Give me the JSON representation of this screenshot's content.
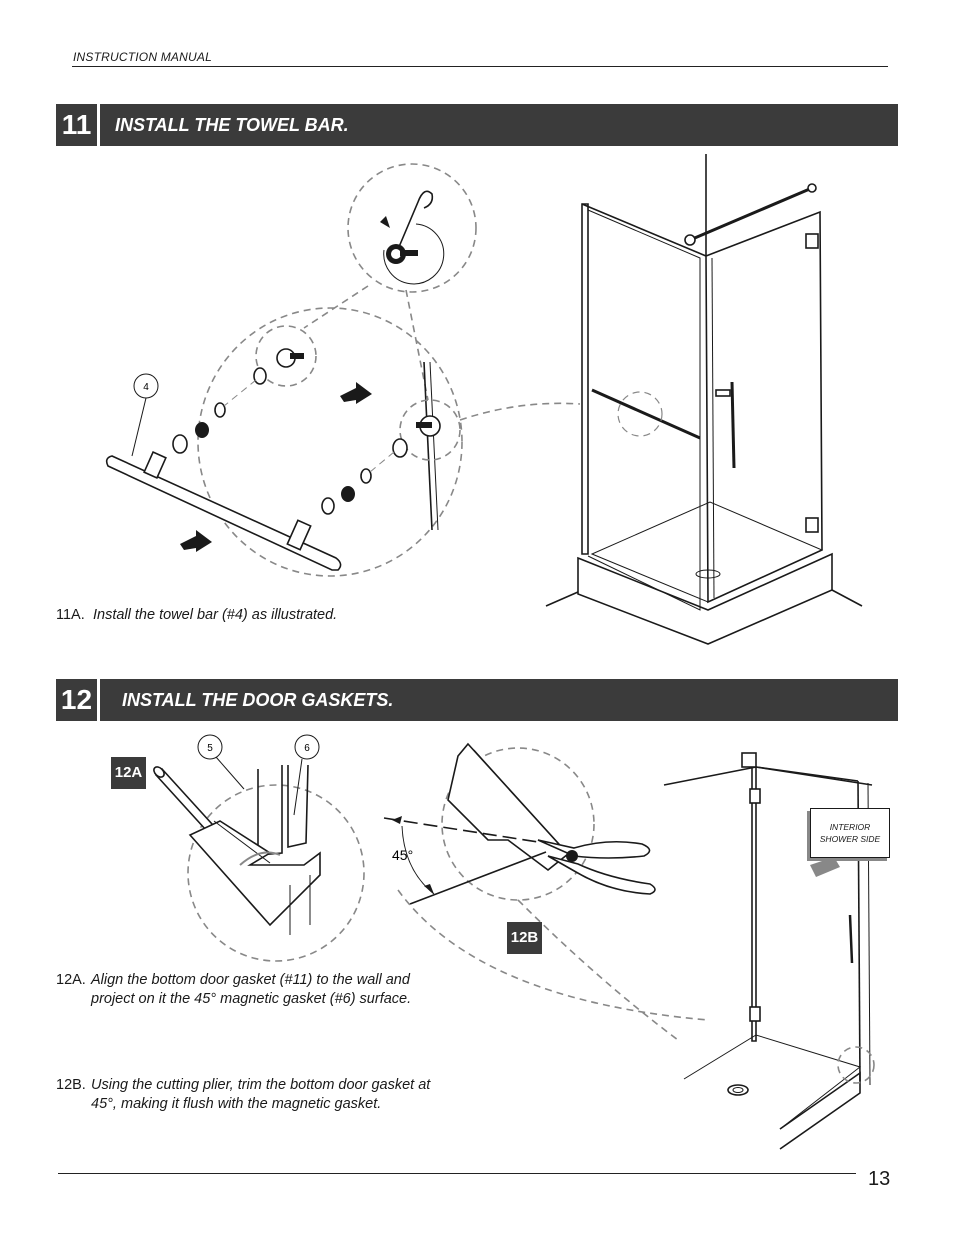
{
  "header": {
    "label": "INSTRUCTION MANUAL"
  },
  "step11": {
    "number": "11",
    "title": "INSTALL THE TOWEL BAR.",
    "callout": "4",
    "caption_id": "11A.",
    "caption_text": "Install the towel bar (#4) as illustrated."
  },
  "step12": {
    "number": "12",
    "title": "INSTALL THE DOOR GASKETS.",
    "tag_a": "12A",
    "tag_b": "12B",
    "callout_5": "5",
    "callout_6": "6",
    "angle": "45°",
    "interior_label_line1": "INTERIOR",
    "interior_label_line2": "SHOWER SIDE",
    "caption_a_id": "12A.",
    "caption_a_text_line1": "Align the bottom door gasket (#11) to the wall and",
    "caption_a_text_line2": "project on it the 45° magnetic gasket (#6) surface.",
    "caption_b_id": "12B.",
    "caption_b_text_line1": "Using the cutting plier, trim the bottom door gasket at",
    "caption_b_text_line2": "45°, making it flush with the magnetic gasket."
  },
  "footer": {
    "page_number": "13"
  }
}
